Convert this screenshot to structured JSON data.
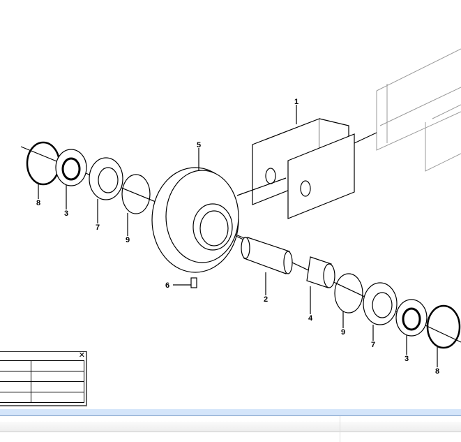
{
  "diagram": {
    "callouts": [
      "1",
      "5",
      "8",
      "3",
      "7",
      "9",
      "6",
      "2",
      "4",
      "9",
      "7",
      "3",
      "8"
    ]
  },
  "legend": {
    "close_icon": "close-icon",
    "rows": [
      [
        "",
        ""
      ],
      [
        "",
        ""
      ],
      [
        "",
        ""
      ],
      [
        "",
        ""
      ]
    ]
  },
  "colors": {
    "tab_bar": "#d4e5fa",
    "tab_border": "#7a9cc6"
  }
}
